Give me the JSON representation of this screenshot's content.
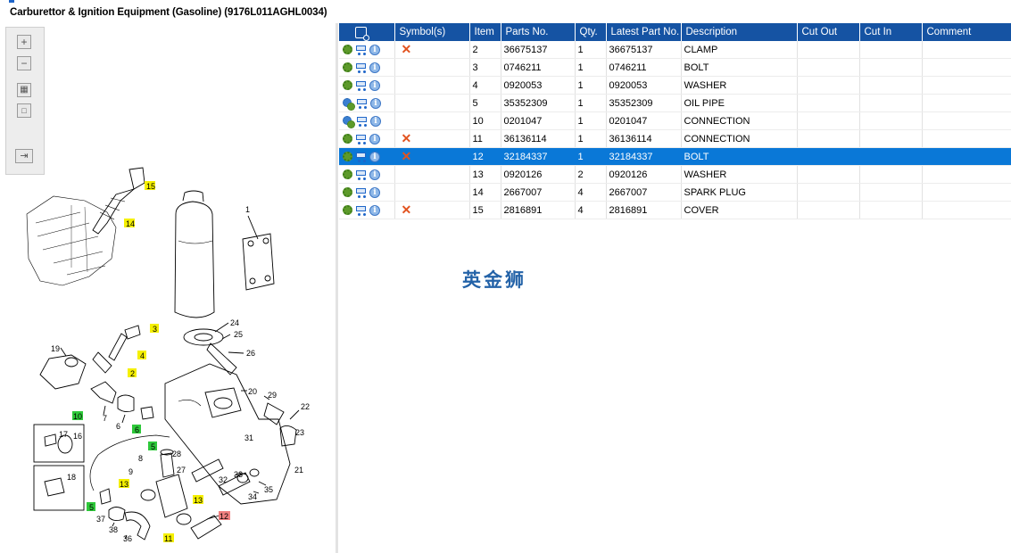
{
  "window": {
    "title": "Carburettor & Ignition Equipment (Gasoline) (9176L011AGHL0034)"
  },
  "toolbar": {
    "zoom_in_icon": "plus-icon",
    "zoom_out_icon": "minus-icon",
    "fit_icon": "grid-icon",
    "reset_icon": "square-icon",
    "export_icon": "export-arrow-icon"
  },
  "table": {
    "columns": [
      "",
      "Symbol(s)",
      "Item",
      "Parts No.",
      "Qty.",
      "Latest Part No.",
      "Description",
      "Cut Out",
      "Cut In",
      "Comment"
    ],
    "rows": [
      {
        "gear": "single",
        "symbol": "x",
        "item": "2",
        "parts_no": "36675137",
        "qty": "1",
        "latest": "36675137",
        "desc": "CLAMP",
        "cut_out": "",
        "cut_in": "",
        "comment": ""
      },
      {
        "gear": "single",
        "symbol": "",
        "item": "3",
        "parts_no": "0746211",
        "qty": "1",
        "latest": "0746211",
        "desc": "BOLT",
        "cut_out": "",
        "cut_in": "",
        "comment": ""
      },
      {
        "gear": "single",
        "symbol": "",
        "item": "4",
        "parts_no": "0920053",
        "qty": "1",
        "latest": "0920053",
        "desc": "WASHER",
        "cut_out": "",
        "cut_in": "",
        "comment": ""
      },
      {
        "gear": "double",
        "symbol": "",
        "item": "5",
        "parts_no": "35352309",
        "qty": "1",
        "latest": "35352309",
        "desc": "OIL PIPE",
        "cut_out": "",
        "cut_in": "",
        "comment": ""
      },
      {
        "gear": "double",
        "symbol": "",
        "item": "10",
        "parts_no": "0201047",
        "qty": "1",
        "latest": "0201047",
        "desc": "CONNECTION",
        "cut_out": "",
        "cut_in": "",
        "comment": ""
      },
      {
        "gear": "single",
        "symbol": "x",
        "item": "11",
        "parts_no": "36136114",
        "qty": "1",
        "latest": "36136114",
        "desc": "CONNECTION",
        "cut_out": "",
        "cut_in": "",
        "comment": ""
      },
      {
        "gear": "single",
        "symbol": "x",
        "item": "12",
        "parts_no": "32184337",
        "qty": "1",
        "latest": "32184337",
        "desc": "BOLT",
        "cut_out": "",
        "cut_in": "",
        "comment": "",
        "selected": true
      },
      {
        "gear": "single",
        "symbol": "",
        "item": "13",
        "parts_no": "0920126",
        "qty": "2",
        "latest": "0920126",
        "desc": "WASHER",
        "cut_out": "",
        "cut_in": "",
        "comment": ""
      },
      {
        "gear": "single",
        "symbol": "",
        "item": "14",
        "parts_no": "2667007",
        "qty": "4",
        "latest": "2667007",
        "desc": "SPARK PLUG",
        "cut_out": "",
        "cut_in": "",
        "comment": ""
      },
      {
        "gear": "single",
        "symbol": "x",
        "item": "15",
        "parts_no": "2816891",
        "qty": "4",
        "latest": "2816891",
        "desc": "COVER",
        "cut_out": "",
        "cut_in": "",
        "comment": ""
      }
    ]
  },
  "watermark": "英金狮",
  "diagram": {
    "callouts": {
      "l15": "15",
      "l14": "14",
      "l1": "1",
      "l24": "24",
      "l25": "25",
      "l26": "26",
      "l3": "3",
      "l19": "19",
      "l4": "4",
      "l2": "2",
      "l20": "20",
      "l29": "29",
      "l22": "22",
      "l23": "23",
      "l10": "10",
      "l7": "7",
      "l6a": "6",
      "l6b": "6",
      "l17": "17",
      "l16": "16",
      "l31": "31",
      "l5a": "5",
      "l28": "28",
      "l8": "8",
      "l27": "27",
      "l33": "33",
      "l32": "32",
      "l21": "21",
      "l9": "9",
      "l13a": "13",
      "l34": "34",
      "l35": "35",
      "l18": "18",
      "l13b": "13",
      "l5b": "5",
      "l37": "37",
      "l12": "12",
      "l38": "38",
      "l36": "36",
      "l11": "11"
    },
    "colors": {
      "yellow": "#f5f000",
      "green": "#2ec83a",
      "red": "#f08080"
    }
  }
}
